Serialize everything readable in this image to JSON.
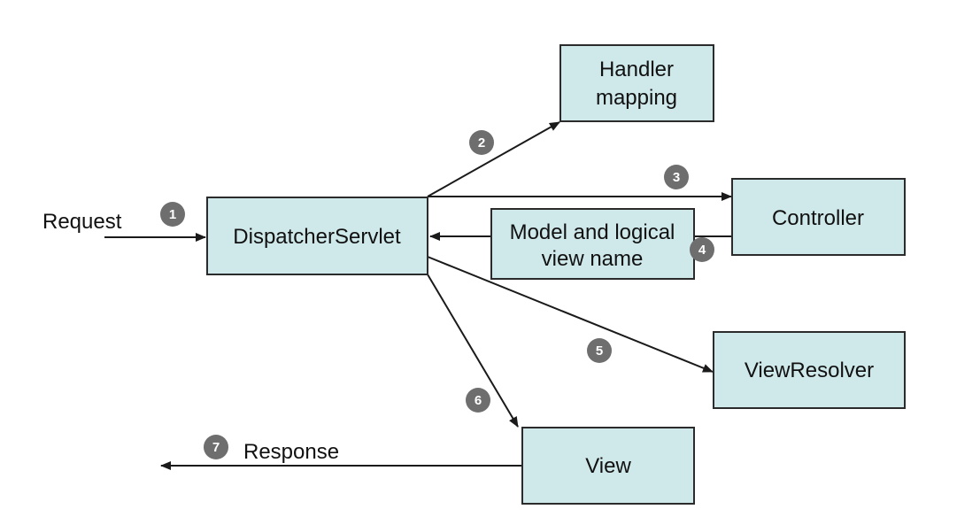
{
  "diagram": {
    "nodes": {
      "dispatcher": {
        "lines": [
          "DispatcherServlet"
        ]
      },
      "handler": {
        "lines": [
          "Handler",
          "mapping"
        ]
      },
      "controller": {
        "lines": [
          "Controller"
        ]
      },
      "model": {
        "lines": [
          "Model and logical",
          "view name"
        ]
      },
      "resolver": {
        "lines": [
          "ViewResolver"
        ]
      },
      "view": {
        "lines": [
          "View"
        ]
      }
    },
    "labels": {
      "request": "Request",
      "response": "Response"
    },
    "steps": [
      "1",
      "2",
      "3",
      "4",
      "5",
      "6",
      "7"
    ],
    "colors": {
      "box_fill": "#cfe8ea",
      "stroke": "#1a1a1a",
      "step_badge": "#6e6e6e"
    }
  }
}
